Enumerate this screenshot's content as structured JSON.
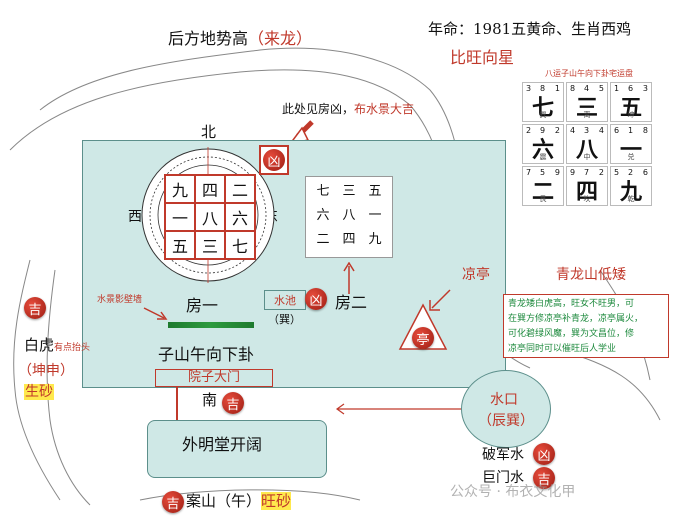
{
  "top": {
    "back_high_prefix": "后方地势高",
    "back_high_note": "（来龙）",
    "birth": "年命：1981五黄命、生肖西鸡",
    "compare": "比旺向星"
  },
  "house_note": {
    "text_a": "此处见房凶，",
    "text_b": "布水景大吉"
  },
  "compass": {
    "north": "北",
    "west": "西",
    "east": "东",
    "grid": [
      "九",
      "四",
      "二",
      "一",
      "八",
      "六",
      "五",
      "三",
      "七"
    ]
  },
  "badges": {
    "xiong": "凶",
    "ji": "吉",
    "ting": "亭"
  },
  "thumbnail": {
    "symbols": [
      "七",
      "三",
      "五",
      "六",
      "八",
      "一",
      "二",
      "四",
      "九"
    ]
  },
  "chart_title": "八运子山午向下卦宅运盘",
  "chart_cells": [
    {
      "l": "3",
      "m": "8",
      "r": "1",
      "s": "七",
      "p": "巽"
    },
    {
      "l": "8",
      "m": "4",
      "r": "5",
      "s": "三",
      "p": "离"
    },
    {
      "l": "1",
      "m": "6",
      "r": "3",
      "s": "五",
      "p": "坤"
    },
    {
      "l": "2",
      "m": "9",
      "r": "2",
      "s": "六",
      "p": "震"
    },
    {
      "l": "4",
      "m": "3",
      "r": "4",
      "s": "八",
      "p": "中"
    },
    {
      "l": "6",
      "m": "1",
      "r": "8",
      "s": "一",
      "p": "兑"
    },
    {
      "l": "7",
      "m": "5",
      "r": "9",
      "s": "二",
      "p": "艮"
    },
    {
      "l": "9",
      "m": "7",
      "r": "2",
      "s": "四",
      "p": "坎"
    },
    {
      "l": "5",
      "m": "2",
      "r": "6",
      "s": "九",
      "p": "乾"
    }
  ],
  "labels": {
    "water_wall": "水景影壁墙",
    "house1": "房一",
    "pool": "水池",
    "xun": "（巽）",
    "house2": "房二",
    "pavilion": "凉亭",
    "qinglong": "青龙山低矮",
    "baihu_a": "白虎",
    "baihu_b": "有点抬头",
    "kunshen": "（坤申）",
    "shengsha": "生砂",
    "zi_wu": "子山午向下卦",
    "courtyard": "院子大门",
    "south": "南",
    "mingtang": "外明堂开阔",
    "shuikou_a": "水口",
    "shuikou_b": "（辰巽）",
    "pojun": "破军水",
    "jumen": "巨门水",
    "anshan_a": "案山（午）",
    "anshan_b": "旺砂",
    "watermark": "公众号 · 布衣文化甲"
  },
  "note_box": {
    "line1": "青龙矮白虎高，旺女不旺男，可",
    "line2": "在巽方修凉亭补青龙，凉亭属火，",
    "line3": "可化碧绿风魔，巽为文昌位，修",
    "line4": "凉亭同时可以催旺后人学业"
  }
}
